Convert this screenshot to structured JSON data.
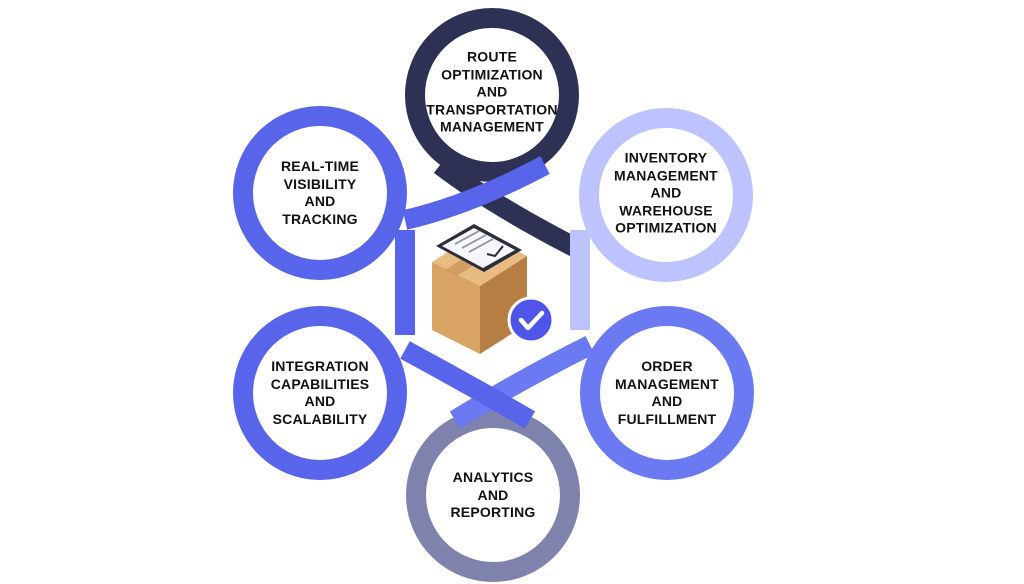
{
  "nodes": [
    {
      "id": "route",
      "label": "ROUTE\nOPTIMIZATION\nAND\nTRANSPORTATION\nMANAGEMENT",
      "color": "#2e3154"
    },
    {
      "id": "inventory",
      "label": "INVENTORY\nMANAGEMENT\nAND\nWAREHOUSE\nOPTIMIZATION",
      "color": "#bcc3ff"
    },
    {
      "id": "order",
      "label": "ORDER\nMANAGEMENT\nAND\nFULFILLMENT",
      "color": "#6b79f2"
    },
    {
      "id": "analytics",
      "label": "ANALYTICS\nAND\nREPORTING",
      "color": "#7f82ac"
    },
    {
      "id": "integration",
      "label": "INTEGRATION\nCAPABILITIES\nAND\nSCALABILITY",
      "color": "#5864ea"
    },
    {
      "id": "realtime",
      "label": "REAL-TIME\nVISIBILITY\nAND\nTRACKING",
      "color": "#5864ea"
    }
  ],
  "center": {
    "box_color": "#d9a463",
    "box_dark": "#b67e43",
    "box_top": "#e8bb83",
    "check_color": "#4f55e8"
  }
}
